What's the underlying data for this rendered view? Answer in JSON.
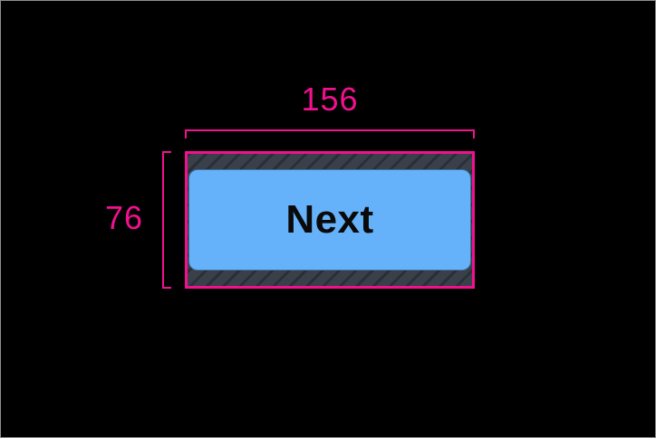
{
  "canvas": {
    "description": "layout measurement overlay on black background"
  },
  "measurement": {
    "width_label": "156",
    "height_label": "76"
  },
  "button": {
    "label": "Next"
  },
  "theme": {
    "pink": "#f2108e",
    "blue": "#66b2fa",
    "hatch-base": "#3a4049",
    "hatch-stripe": "#2a2f37",
    "button-text": "#0a0a0a",
    "canvas-bg": "#000000",
    "frame-border": "#8f8f8f"
  }
}
